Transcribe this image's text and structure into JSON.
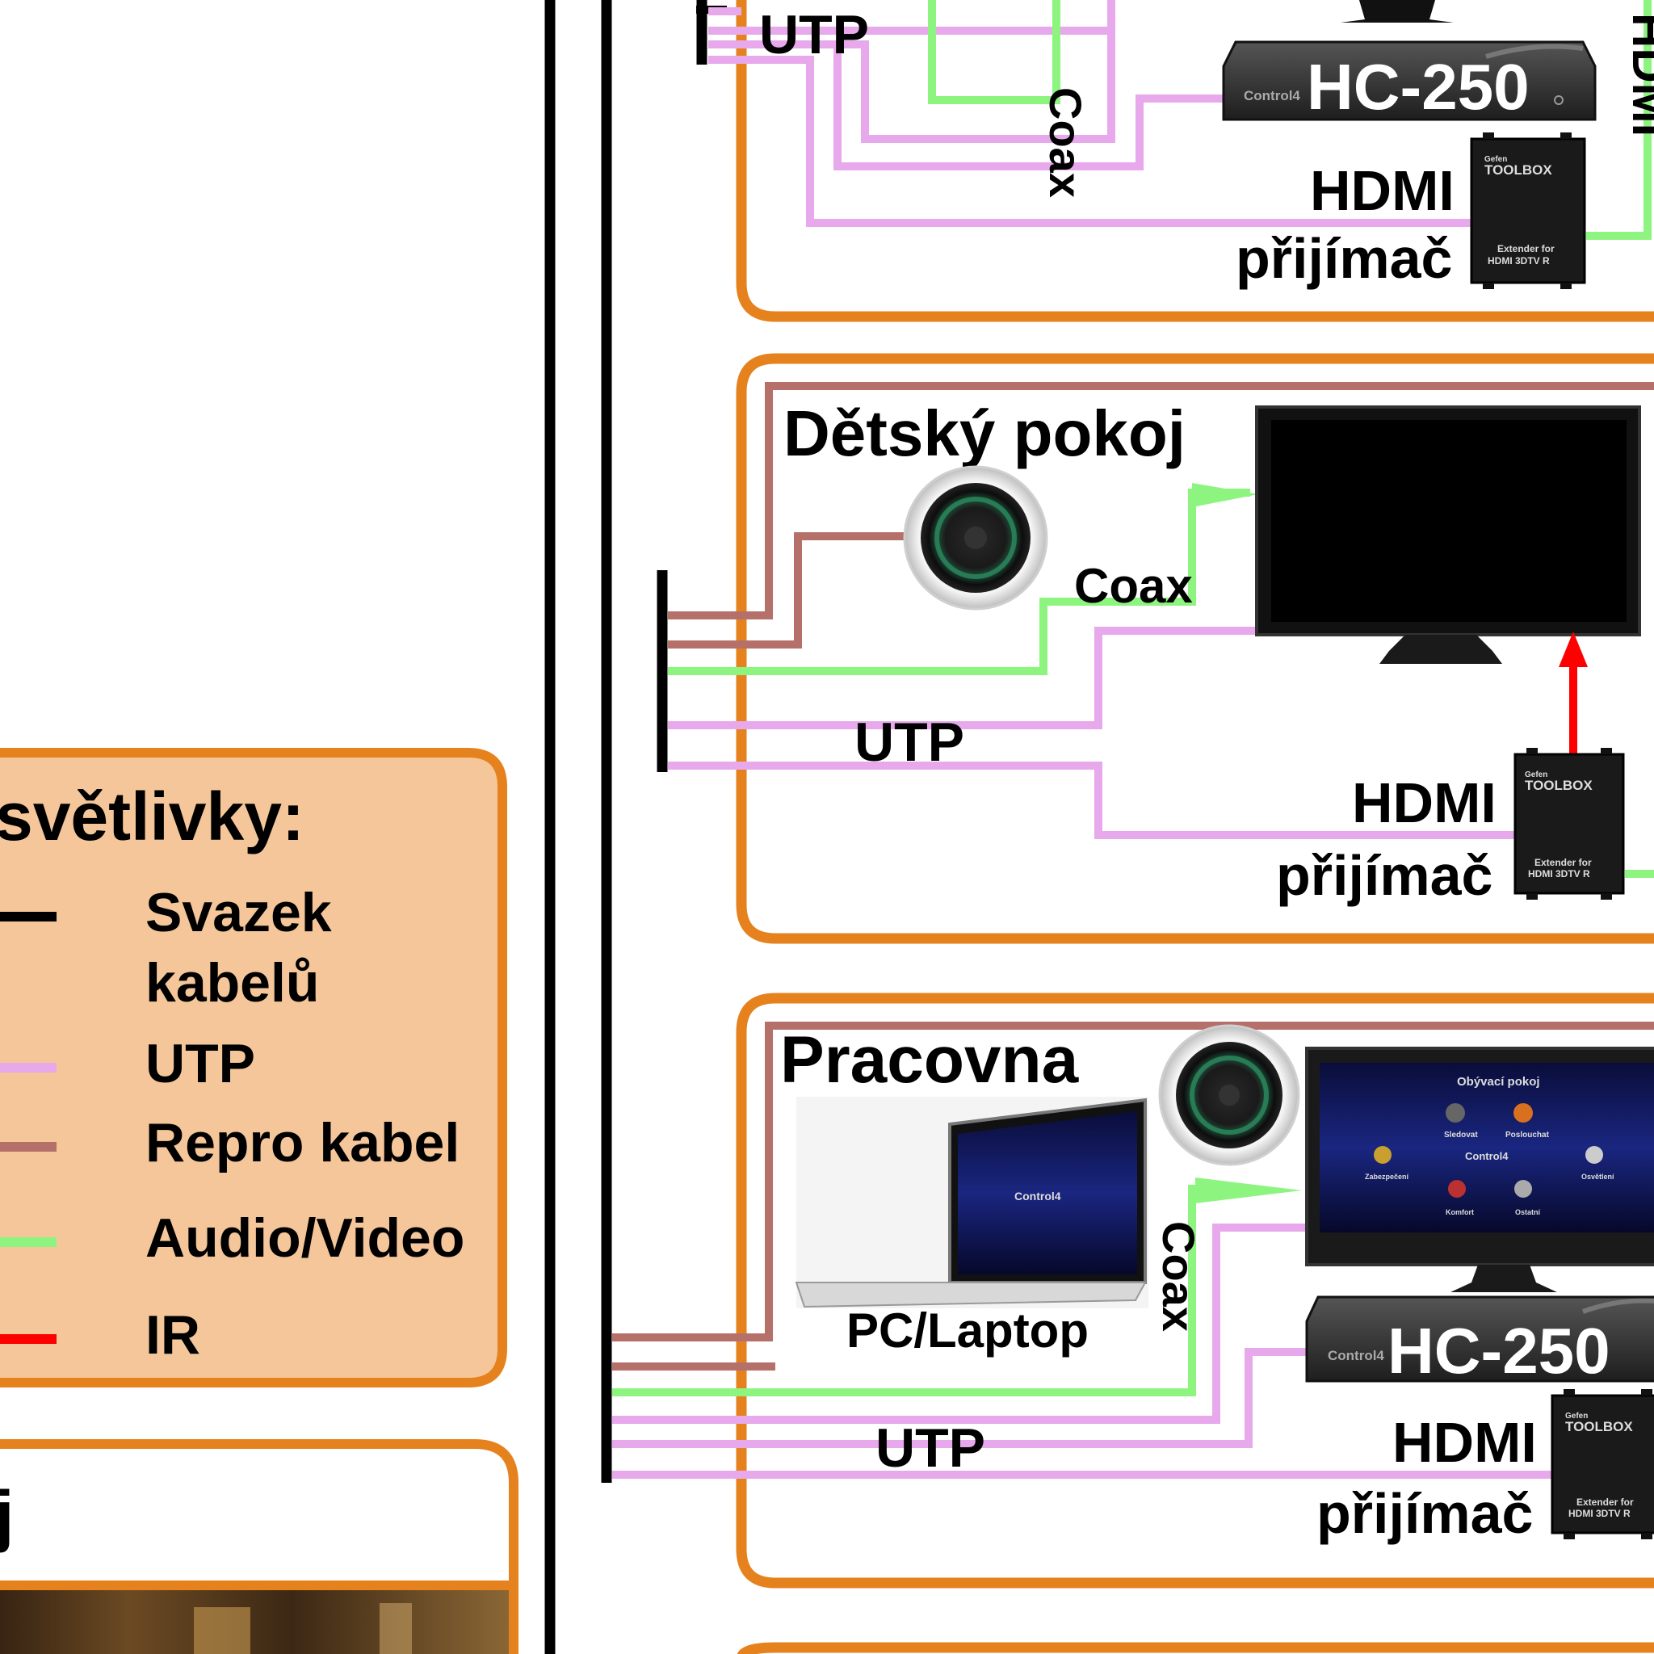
{
  "legend": {
    "title": "světlivky:",
    "items": [
      {
        "label_lines": [
          "Svazek",
          "kabelů"
        ],
        "color": "#000000"
      },
      {
        "label_lines": [
          "UTP"
        ],
        "color": "#E7A8EC"
      },
      {
        "label_lines": [
          "Repro kabel"
        ],
        "color": "#B5706A"
      },
      {
        "label_lines": [
          "Audio/Video"
        ],
        "color": "#8DF57F"
      },
      {
        "label_lines": [
          "IR"
        ],
        "color": "#FF0000"
      }
    ]
  },
  "colors": {
    "orange": "#E6821E",
    "legend_fill": "#F4C69A",
    "utp": "#E7A8EC",
    "repro": "#B5706A",
    "av": "#8DF57F",
    "ir": "#FF0000",
    "bundle": "#000000"
  },
  "bottom_left_room": {
    "title_fragment": "j"
  },
  "top_room": {
    "cable_labels": {
      "utp": "UTP",
      "coax": "Coax",
      "hdmi": "HDMI"
    },
    "controller": {
      "model": "HC-250",
      "brand": "Control4"
    },
    "receiver": {
      "line1": "HDMI",
      "line2": "přijímač"
    }
  },
  "rooms": [
    {
      "id": "detsky-pokoj",
      "title": "Dětský pokoj",
      "cable_labels": {
        "coax": "Coax",
        "utp": "UTP"
      },
      "receiver": {
        "line1": "HDMI",
        "line2": "přijímač"
      }
    },
    {
      "id": "pracovna",
      "title": "Pracovna",
      "laptop_label": "PC/Laptop",
      "cable_labels": {
        "coax": "Coax",
        "utp": "UTP"
      },
      "controller": {
        "model": "HC-250",
        "brand": "Control4"
      },
      "receiver": {
        "line1": "HDMI",
        "line2": "přijímač"
      },
      "tv_screen": {
        "title": "Obývací pokoj",
        "brand": "Control4",
        "menu": [
          "Sledovat",
          "Poslouchat",
          "Zabezpečení",
          "Osvětlení",
          "Komfort",
          "Ostatní"
        ]
      }
    }
  ],
  "gefen": {
    "brand": "Gefen",
    "product": "TOOLBOX",
    "text1": "Extender for",
    "text2": "HDMI 3DTV R"
  }
}
